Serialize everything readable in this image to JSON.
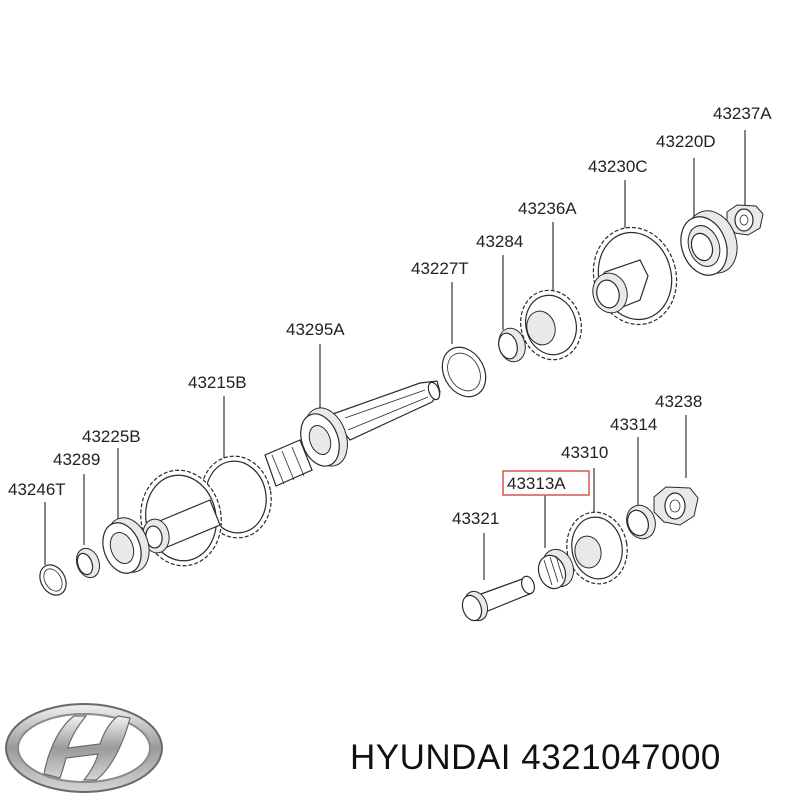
{
  "parts": {
    "p43237A": "43237A",
    "p43220D": "43220D",
    "p43230C": "43230C",
    "p43236A": "43236A",
    "p43284": "43284",
    "p43227T": "43227T",
    "p43295A": "43295A",
    "p43215B": "43215B",
    "p43225B": "43225B",
    "p43289": "43289",
    "p43246T": "43246T",
    "p43238": "43238",
    "p43314": "43314",
    "p43310": "43310",
    "p43313A": "43313A",
    "p43321": "43321"
  },
  "highlight_color": "#d9534f",
  "brand": {
    "text": "HYUNDAI 4321047000"
  }
}
